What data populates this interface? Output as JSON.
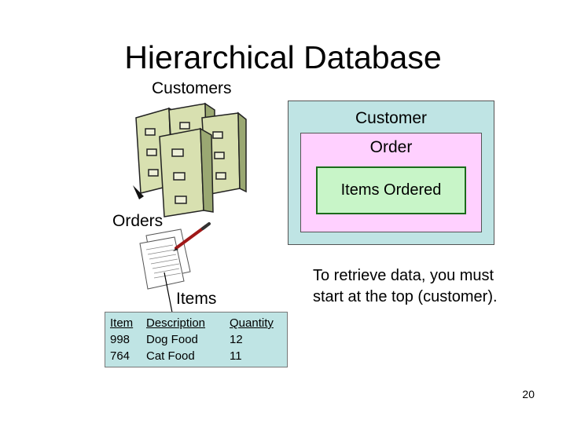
{
  "title": "Hierarchical Database",
  "labels": {
    "customers": "Customers",
    "orders": "Orders",
    "items": "Items"
  },
  "hierarchy_boxes": {
    "customer": "Customer",
    "order": "Order",
    "items_ordered": "Items Ordered"
  },
  "items_table": {
    "headers": [
      "Item",
      "Description",
      "Quantity"
    ],
    "rows": [
      [
        "998",
        "Dog Food",
        "12"
      ],
      [
        "764",
        "Cat Food",
        "11"
      ]
    ]
  },
  "note": "To retrieve data, you must start at the top (customer).",
  "page_number": "20",
  "icons": [
    "filing-cabinets-icon",
    "paper-documents-icon",
    "pen-icon",
    "connector-arrow"
  ],
  "colors": {
    "customer_box": "#bfe4e4",
    "order_box": "#ffd0ff",
    "items_ordered_box": "#c8f5c8",
    "items_ordered_border": "#1a6b1a",
    "table_bg": "#bfe4e4",
    "cabinet_fill": "#d8e0b0"
  }
}
